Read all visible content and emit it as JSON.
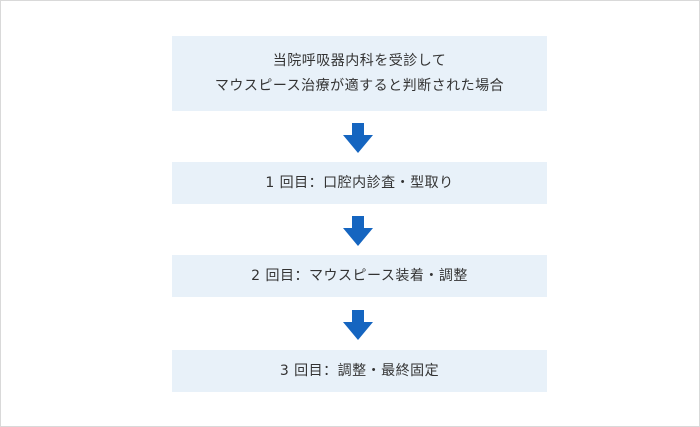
{
  "colors": {
    "box_fill": "#e8f1f9",
    "arrow": "#1565c0",
    "text": "#333333",
    "border": "#d9d9d9"
  },
  "steps": [
    {
      "lines": [
        "当院呼吸器内科を受診して",
        "マウスピース治療が適すると判断された場合"
      ]
    },
    {
      "lines": [
        "1 回目：口腔内診査・型取り"
      ]
    },
    {
      "lines": [
        "2 回目：マウスピース装着・調整"
      ]
    },
    {
      "lines": [
        "3 回目：調整・最終固定"
      ]
    }
  ],
  "arrow_icon": "arrow-down-icon"
}
